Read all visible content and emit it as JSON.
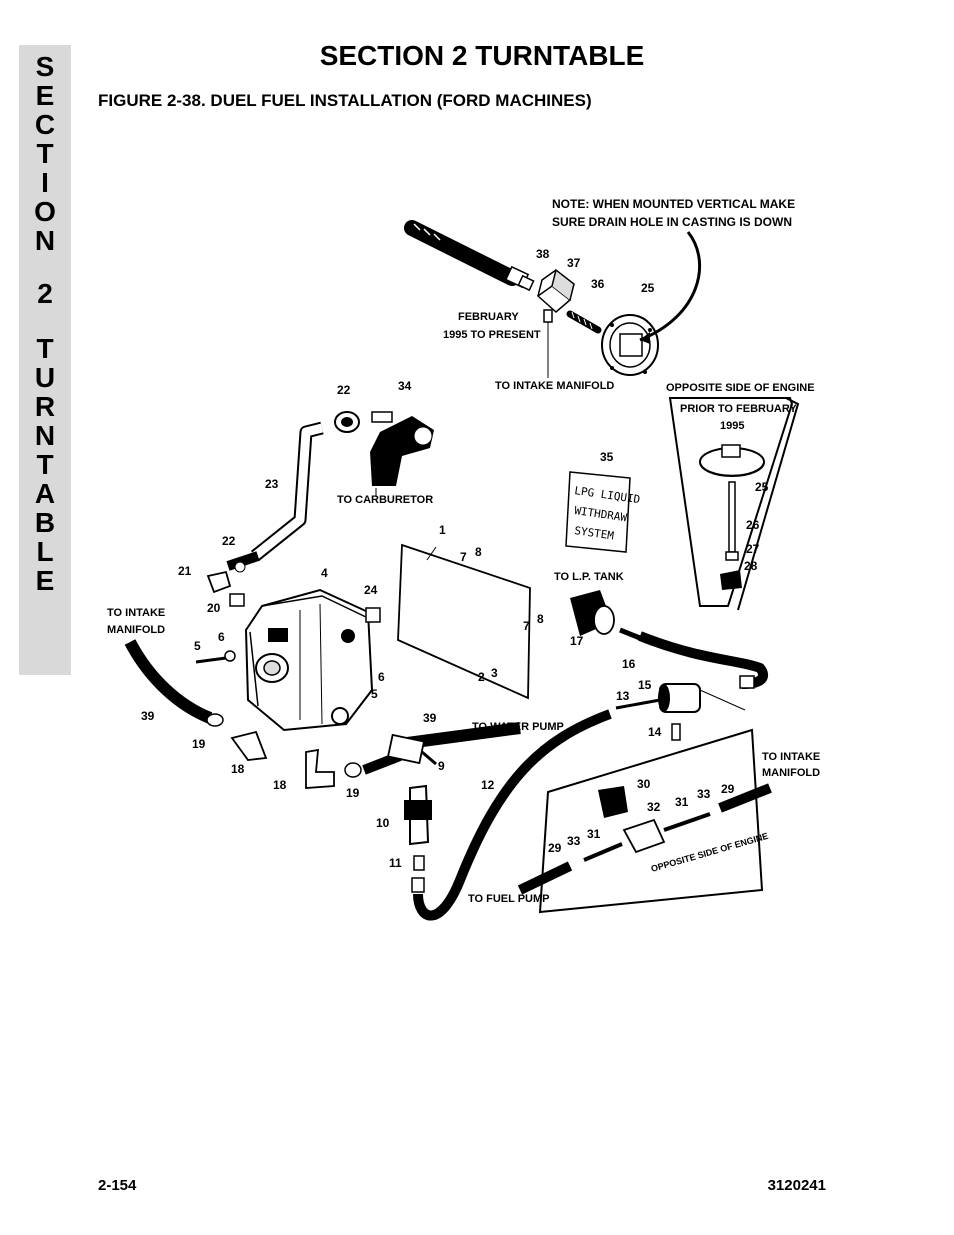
{
  "side_tab": {
    "letters": [
      "S",
      "E",
      "C",
      "T",
      "I",
      "O",
      "N",
      "2",
      "T",
      "U",
      "R",
      "N",
      "T",
      "A",
      "B",
      "L",
      "E"
    ]
  },
  "header": {
    "section_title": "SECTION 2  TURNTABLE",
    "figure_title": "FIGURE 2-38.  DUEL FUEL INSTALLATION (FORD MACHINES)"
  },
  "footer": {
    "page_number": "2-154",
    "document_number": "3120241"
  },
  "diagram": {
    "note_line1": "NOTE: WHEN MOUNTED VERTICAL MAKE",
    "note_line2": "SURE DRAIN HOLE IN CASTING IS DOWN",
    "february_line1": "FEBRUARY",
    "february_line2": "1995 TO PRESENT",
    "to_intake_manifold_top": "TO INTAKE MANIFOLD",
    "opposite_side_of_engine": "OPPOSITE SIDE OF ENGINE",
    "prior_to_february": "PRIOR TO FEBRUARY",
    "year_1995": "1995",
    "to_carburetor": "TO CARBURETOR",
    "to_lp_tank": "TO L.P. TANK",
    "to_intake_left_1": "TO INTAKE",
    "to_intake_left_2": "MANIFOLD",
    "to_water_pump": "TO WATER PUMP",
    "to_intake_right_1": "TO INTAKE",
    "to_intake_right_2": "MANIFOLD",
    "to_fuel_pump": "TO FUEL PUMP",
    "opposite_side_bottom": "OPPOSITE SIDE OF ENGINE",
    "lpg_tag_1": "LPG LIQUID",
    "lpg_tag_2": "WITHDRAW",
    "lpg_tag_3": "SYSTEM",
    "callouts": [
      "38",
      "37",
      "36",
      "25",
      "22",
      "34",
      "23",
      "35",
      "25",
      "26",
      "27",
      "28",
      "1",
      "22",
      "7",
      "8",
      "21",
      "4",
      "24",
      "7",
      "8",
      "20",
      "17",
      "5",
      "6",
      "3",
      "2",
      "16",
      "15",
      "13",
      "6",
      "5",
      "39",
      "39",
      "14",
      "19",
      "18",
      "9",
      "30",
      "33",
      "29",
      "18",
      "19",
      "12",
      "31",
      "32",
      "10",
      "11",
      "33",
      "31",
      "29"
    ]
  }
}
